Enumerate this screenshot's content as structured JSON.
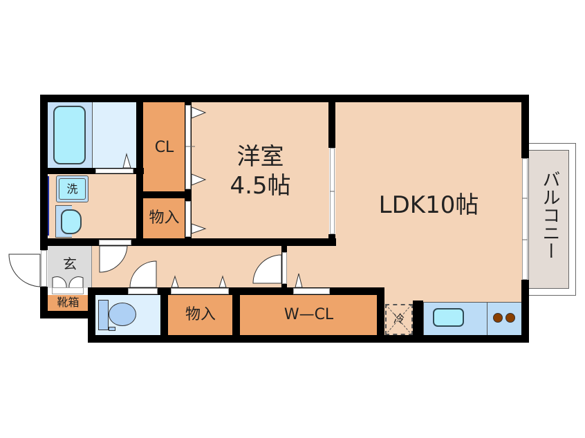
{
  "floor_plan": {
    "colors": {
      "wall": "#000000",
      "living_floor": "#f4d4b8",
      "storage": "#eea46a",
      "bath_tub_area": "#c6e0f7",
      "bath_tub": "#aeeefc",
      "shower_area": "#def0fd",
      "wet_area": "#bcdcf6",
      "entrance": "#dcdcdc",
      "balcony": "#e3dbd5",
      "burner": "#8a3f00"
    },
    "rooms": {
      "western_room": {
        "name": "洋室",
        "size": "4.5帖"
      },
      "ldk": {
        "label": "LDK10帖"
      },
      "closet": {
        "label": "CL"
      },
      "storage_upper": {
        "label": "物入"
      },
      "storage_lower": {
        "label": "物入"
      },
      "walk_in_closet": {
        "label": "W—CL"
      },
      "entrance": {
        "label": "玄"
      },
      "shoe_box": {
        "label": "靴箱"
      },
      "washing_machine": {
        "label": "洗"
      },
      "refrigerator": {
        "label": "冷"
      },
      "balcony": {
        "label": "バルコニー"
      }
    },
    "fixtures": {
      "bathtub-icon": "rounded-rect",
      "vanity-sink-icon": "rounded-basin",
      "toilet-icon": "tank-and-bowl",
      "kitchen-sink-icon": "rounded-rect",
      "stove-burner-icon": "two-circles"
    }
  }
}
